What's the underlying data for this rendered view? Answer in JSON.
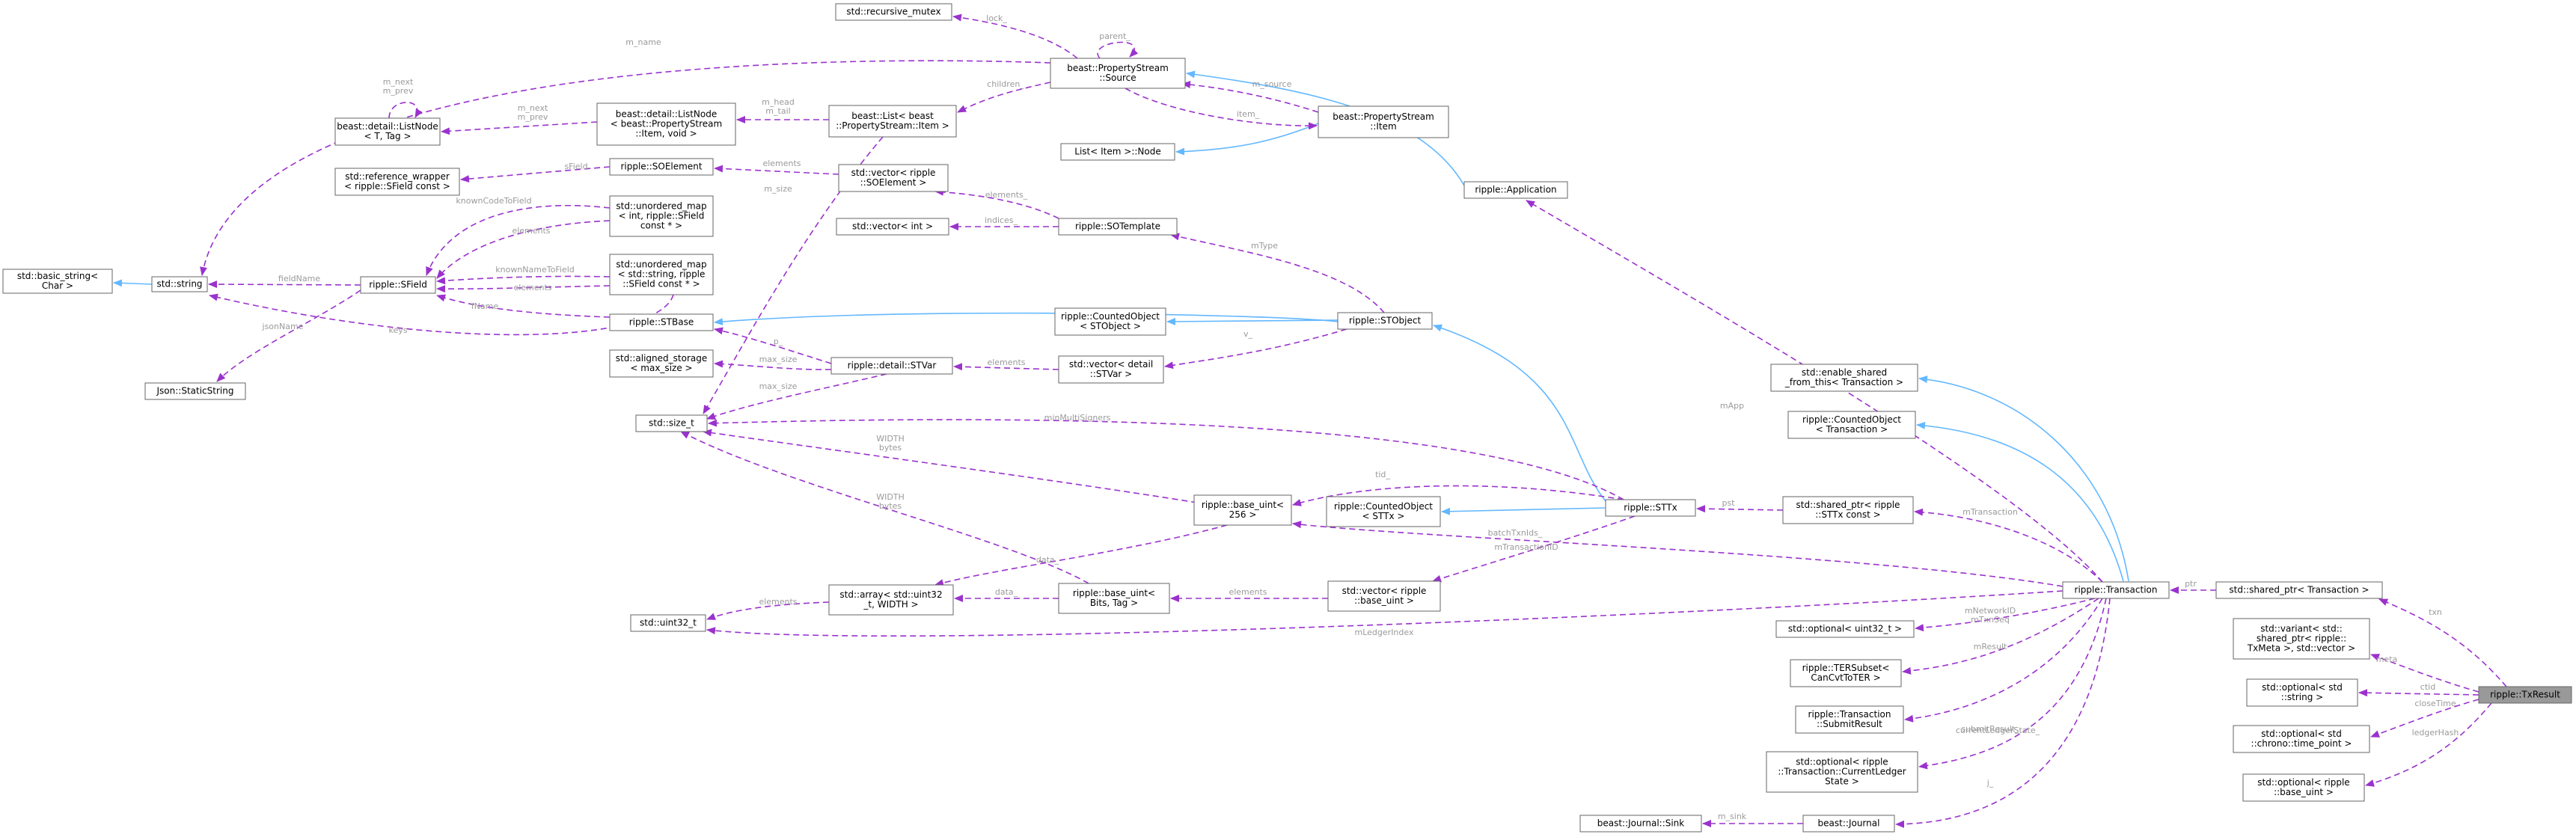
{
  "nodes": {
    "std_basic_string": [
      "std::basic_string<",
      "Char >"
    ],
    "std_string": [
      "std::string"
    ],
    "json_staticstring": [
      "Json::StaticString"
    ],
    "sfield": [
      "ripple::SField"
    ],
    "listnode_t": [
      "beast::detail::ListNode",
      "< T, Tag >"
    ],
    "refwrap": [
      "std::reference_wrapper",
      "< ripple::SField const >"
    ],
    "umap_int": [
      "std::unordered_map",
      "< int, ripple::SField",
      "const * >"
    ],
    "umap_str": [
      "std::unordered_map",
      "< std::string, ripple",
      "::SField const * >"
    ],
    "stbase": [
      "ripple::STBase"
    ],
    "aligned": [
      "std::aligned_storage",
      "< max_size >"
    ],
    "size_t": [
      "std::size_t"
    ],
    "uint32": [
      "std::uint32_t"
    ],
    "recmutex": [
      "std::recursive_mutex"
    ],
    "listnode_item": [
      "beast::detail::ListNode",
      "< beast::PropertyStream",
      "::Item, void >"
    ],
    "soelement": [
      "ripple::SOElement"
    ],
    "list_item": [
      "beast::List< beast",
      "::PropertyStream::Item >"
    ],
    "vec_soelement": [
      "std::vector< ripple",
      "::SOElement >"
    ],
    "vec_int": [
      "std::vector< int >"
    ],
    "stvar": [
      "ripple::detail::STVar"
    ],
    "array_uint32": [
      "std::array< std::uint32",
      "_t, WIDTH >"
    ],
    "ps_source": [
      "beast::PropertyStream",
      "::Source"
    ],
    "list_node": [
      "List< Item >::Node"
    ],
    "sotemplate": [
      "ripple::SOTemplate"
    ],
    "counted_stobject": [
      "ripple::CountedObject",
      "< STObject >"
    ],
    "vec_stvar": [
      "std::vector< detail",
      "::STVar >"
    ],
    "base_uint256": [
      "ripple::base_uint<",
      "256 >"
    ],
    "base_uint_bits": [
      "ripple::base_uint<",
      "Bits, Tag >"
    ],
    "ps_item": [
      "beast::PropertyStream",
      "::Item"
    ],
    "counted_sttx": [
      "ripple::CountedObject",
      "< STTx >"
    ],
    "vec_base_uint": [
      "std::vector< ripple",
      "::base_uint >"
    ],
    "application": [
      "ripple::Application"
    ],
    "stobject": [
      "ripple::STObject"
    ],
    "sttx": [
      "ripple::STTx"
    ],
    "journal_sink": [
      "beast::Journal::Sink"
    ],
    "journal": [
      "beast::Journal"
    ],
    "enable_shared": [
      "std::enable_shared",
      "_from_this< Transaction >"
    ],
    "counted_tx": [
      "ripple::CountedObject",
      "< Transaction >"
    ],
    "sp_sttx": [
      "std::shared_ptr< ripple",
      "::STTx const >"
    ],
    "transaction": [
      "ripple::Transaction"
    ],
    "opt_uint32": [
      "std::optional< uint32_t >"
    ],
    "tersubset": [
      "ripple::TERSubset<",
      "CanCvtToTER >"
    ],
    "submitresult": [
      "ripple::Transaction",
      "::SubmitResult"
    ],
    "opt_ledgerstate": [
      "std::optional< ripple",
      "::Transaction::CurrentLedger",
      "State >"
    ],
    "sp_tx": [
      "std::shared_ptr< Transaction >"
    ],
    "variant": [
      "std::variant< std::",
      "shared_ptr< ripple::",
      "TxMeta >, std::vector >"
    ],
    "opt_string": [
      "std::optional< std",
      "::string >"
    ],
    "opt_timepoint": [
      "std::optional< std",
      "::chrono::time_point >"
    ],
    "opt_base_uint": [
      "std::optional< ripple",
      "::base_uint >"
    ],
    "txresult": [
      "ripple::TxResult"
    ]
  },
  "edge_labels": {
    "m_name": [
      "m_name"
    ],
    "fieldName": [
      "fieldName"
    ],
    "jsonName": [
      "jsonName"
    ],
    "listnode_self": [
      "m_next",
      "m_prev"
    ],
    "listnode_item": [
      "m_next",
      "m_prev"
    ],
    "list_head": [
      "m_head",
      "m_tail"
    ],
    "sField": [
      "sField"
    ],
    "knownCodeToField": [
      "knownCodeToField"
    ],
    "field_elements": [
      "elements"
    ],
    "knownNameToField": [
      "knownNameToField"
    ],
    "field_elements2": [
      "elements"
    ],
    "fName": [
      "fName"
    ],
    "keys": [
      "keys"
    ],
    "lock": [
      "lock_"
    ],
    "parent": [
      "parent_"
    ],
    "children": [
      "children_"
    ],
    "m_source": [
      "m_source"
    ],
    "item": [
      "item_"
    ],
    "soe_elements": [
      "elements"
    ],
    "so_elements": [
      "elements_"
    ],
    "indices": [
      "indices_"
    ],
    "mType": [
      "mType"
    ],
    "m_size": [
      "m_size"
    ],
    "p": [
      "p_"
    ],
    "max_size": [
      "max_size"
    ],
    "stvar_elements": [
      "elements"
    ],
    "v": [
      "v_"
    ],
    "numMultiSigners": [
      "minMultiSigners"
    ],
    "width_bytes": [
      "WIDTH",
      "bytes"
    ],
    "width_bytes2": [
      "WIDTH",
      "bytes"
    ],
    "tid": [
      "tid_"
    ],
    "data": [
      "data_"
    ],
    "data2": [
      "data_"
    ],
    "array_elements": [
      "elements"
    ],
    "bits_elements": [
      "elements"
    ],
    "batchTxnIds": [
      "batchTxnIds_"
    ],
    "pst": [
      "pst"
    ],
    "mApp": [
      "mApp"
    ],
    "mTransaction": [
      "mTransaction"
    ],
    "mTransactionID": [
      "mTransactionID"
    ],
    "mLedgerIndex": [
      "mLedgerIndex"
    ],
    "mNetworkID": [
      "mNetworkID",
      "mTxnSeq"
    ],
    "mResult": [
      "mResult"
    ],
    "submitResult": [
      "submitResult_"
    ],
    "currentLedgerState": [
      "currentLedgerState_"
    ],
    "j": [
      "j_"
    ],
    "m_sink": [
      "m_sink"
    ],
    "ptr": [
      "ptr"
    ],
    "txn": [
      "txn"
    ],
    "meta": [
      "meta"
    ],
    "ctid": [
      "ctid"
    ],
    "closeTime": [
      "closeTime"
    ],
    "ledgerHash": [
      "ledgerHash"
    ]
  },
  "colors": {
    "inheritance": "#63b8ff",
    "membership": "#9a32cd",
    "label": "#9a9a9a",
    "node_border": "#666666",
    "current_node_fill": "#999999"
  }
}
